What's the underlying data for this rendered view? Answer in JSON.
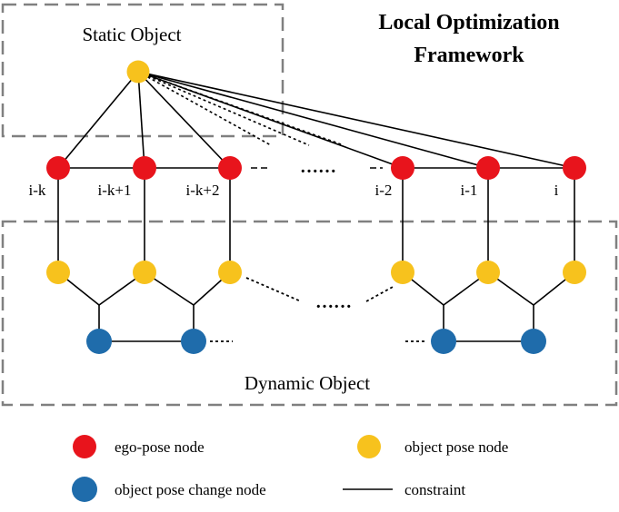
{
  "title_line1": "Local Optimization",
  "title_line2": "Framework",
  "static_box_label": "Static Object",
  "dynamic_box_label": "Dynamic Object",
  "ego_labels": [
    "i-k",
    "i-k+1",
    "i-k+2",
    "i-2",
    "i-1",
    "i"
  ],
  "ellipsis": "……",
  "legend": {
    "ego": "ego-pose node",
    "object": "object pose node",
    "change": "object pose change node",
    "constraint": "constraint"
  },
  "colors": {
    "ego": "#e8141c",
    "object": "#f7c21d",
    "change": "#1f6cab",
    "line": "#000000",
    "box": "#808080"
  }
}
